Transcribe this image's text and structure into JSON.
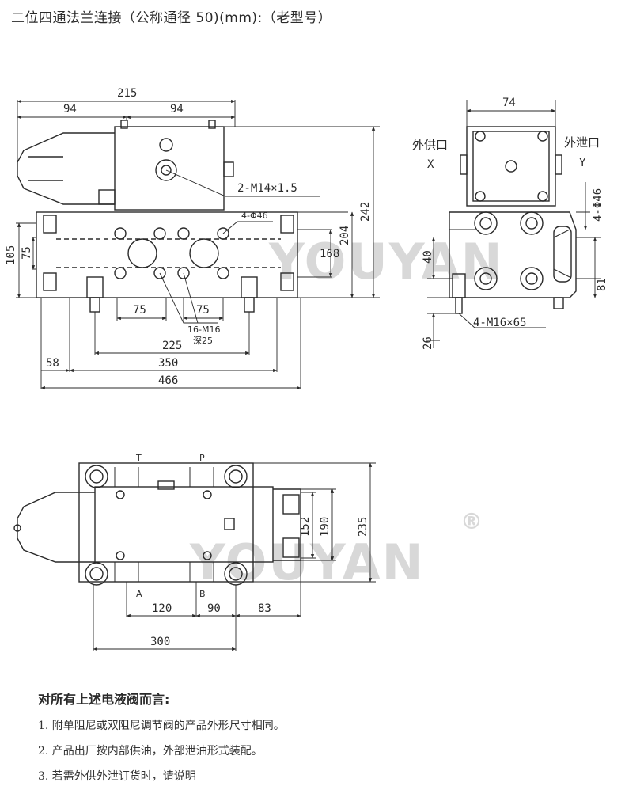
{
  "title": "二位四通法兰连接（公称通径 50)(mm):（老型号）",
  "watermark": "YOUYAN",
  "watermark_mark": "®",
  "top_view": {
    "dims": {
      "d215": "215",
      "d94a": "94",
      "d94b": "94",
      "d242": "242",
      "d204": "204",
      "d168": "168",
      "d105": "105",
      "d75v": "75",
      "d75a": "75",
      "d75b": "75",
      "d225": "225",
      "d58": "58",
      "d350": "350",
      "d466": "466"
    },
    "callouts": {
      "m14": "2-M14×1.5",
      "phi46": "4-Φ46",
      "m16": "16-M16",
      "depth": "深25"
    }
  },
  "side_view": {
    "dims": {
      "d74": "74",
      "d40": "40",
      "d81": "81",
      "d26": "26"
    },
    "callouts": {
      "phi46": "4-Φ46",
      "m16x65": "4-M16×65"
    },
    "labels": {
      "x_cn": "外供口",
      "x": "X",
      "y_cn": "外泄口",
      "y": "Y"
    }
  },
  "bottom_view": {
    "dims": {
      "d120": "120",
      "d90": "90",
      "d83": "83",
      "d300": "300",
      "d152": "152",
      "d190": "190",
      "d235": "235"
    },
    "ports": {
      "t": "T",
      "p": "P",
      "a": "A",
      "b": "B"
    }
  },
  "notes": {
    "title": "对所有上述电液阀而言:",
    "items": [
      "1.  附单阻尼或双阻尼调节阀的产品外形尺寸相同。",
      "2.  产品出厂按内部供油，外部泄油形式装配。",
      "3.  若需外供外泄订货时，请说明"
    ]
  }
}
